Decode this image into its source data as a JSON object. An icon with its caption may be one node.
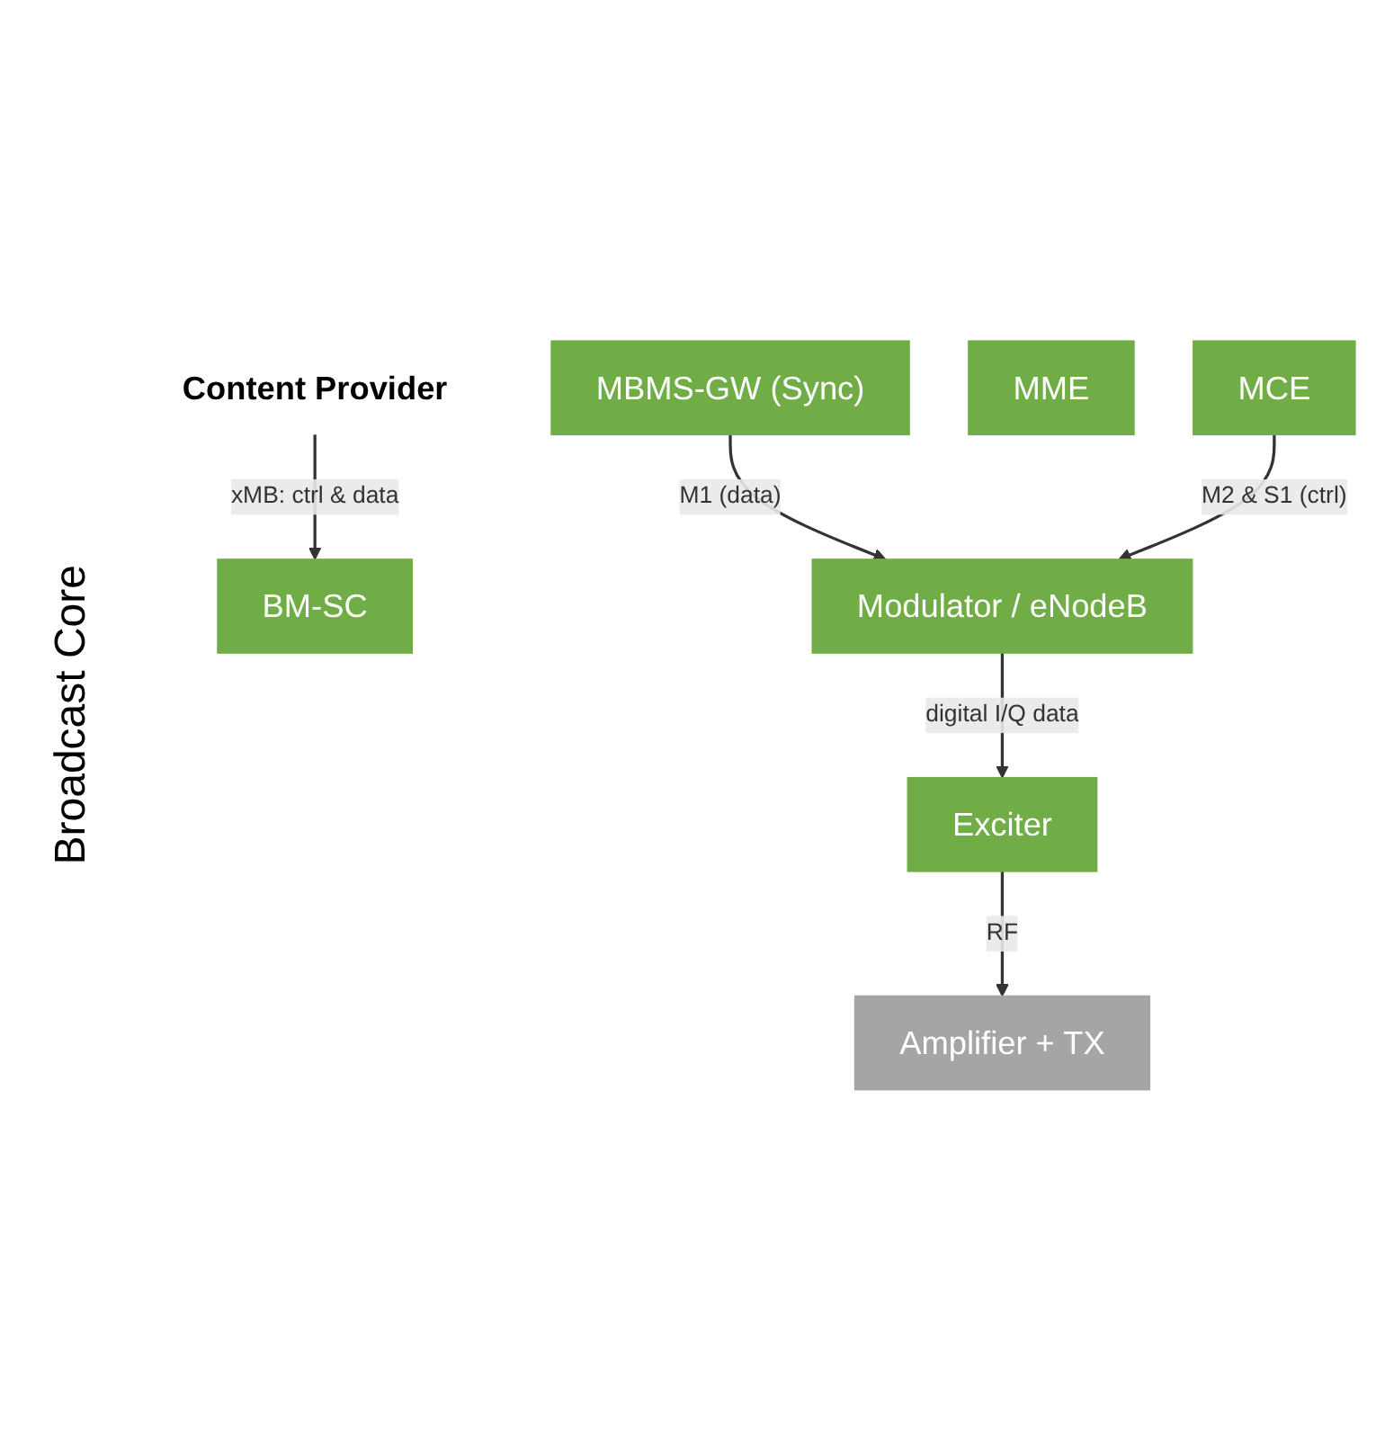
{
  "diagram": {
    "nodes": [
      {
        "text": [
          "Content Provider"
        ]
      },
      {
        "text": [
          "BM-SC"
        ]
      },
      {
        "text": [
          "MBMS-GW (Sync)"
        ]
      },
      {
        "text": [
          "MME"
        ]
      },
      {
        "text": [
          "MCE"
        ]
      },
      {
        "text": [
          "Modulator / eNodeB"
        ]
      },
      {
        "text": [
          "Exciter"
        ]
      },
      {
        "text": [
          "Amplifier + TX"
        ]
      }
    ],
    "edges": [
      {
        "from": 0,
        "to": 1,
        "arrow": "to",
        "label": "xMB: ctrl & data"
      },
      {
        "from": 2,
        "to": 5,
        "arrow": "to",
        "label": "M1 (data)"
      },
      {
        "from": 4,
        "to": 5,
        "arrow": "to",
        "label": "M2 & S1 (ctrl)"
      },
      {
        "from": 5,
        "to": 6,
        "arrow": "to",
        "label": "digital I/Q data"
      },
      {
        "from": 6,
        "to": 7,
        "arrow": "to",
        "label": "RF"
      }
    ],
    "labels": [
      "Broadcast Core"
    ]
  }
}
